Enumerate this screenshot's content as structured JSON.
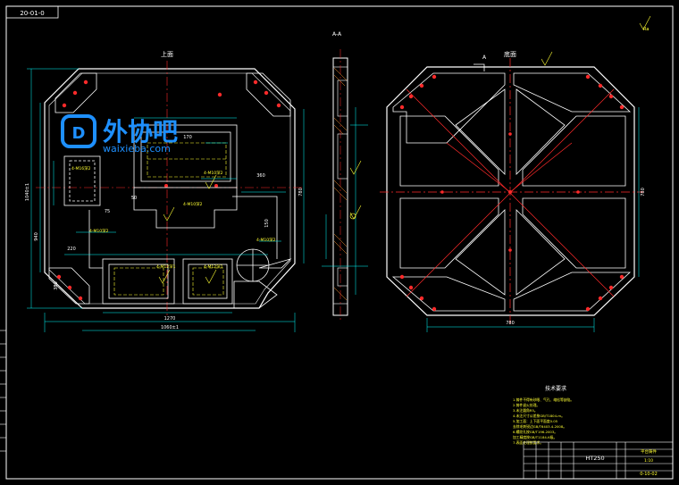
{
  "drawing": {
    "code_box": "20-01-0",
    "top_view_title": "上面",
    "section_title": "A-A",
    "bottom_view_title": "底面",
    "section_marker": "A",
    "roughness_symbol": "Ra",
    "watermark": {
      "brand": "外协吧",
      "url": "waixieba.com"
    },
    "dimensions": {
      "width_overall": "1060±1",
      "inner_width": "780",
      "dim_940": "940",
      "dim_1270": "1270",
      "dim_780": "780",
      "dim_360": "360",
      "dim_170": "170",
      "dim_220": "220",
      "dim_75": "75",
      "dim_50": "50",
      "dim_380": "380",
      "dim_150": "150",
      "height_overall": "1040±1",
      "bottom_width": "780"
    },
    "notes_title": "技术要求",
    "notes": [
      "1.铸件不得有砂眼、气孔、缩松等缺陷。",
      "2.铸件退火处理。",
      "3.未注圆角R5。",
      "4.未注尺寸公差按GB/T1804-m。",
      "5.加工面：上下面平面度0.05",
      "  去除毛刺锐边GB/T6403.4-2008。",
      "6.螺纹孔按GB/T196-2003。",
      "  加工精度按GB/T1184-K级。",
      "7.表面处理按要求。"
    ],
    "title_block": {
      "material": "HT250",
      "name": "平台铸件",
      "drawing_no": "0-10-02",
      "scale": "1:10"
    }
  },
  "colors": {
    "line": "#ffffff",
    "center": "#ff2a2a",
    "dim": "#00ffff",
    "label": "#ffff33",
    "hidden": "#ffff33",
    "watermark": "#1e90ff"
  }
}
